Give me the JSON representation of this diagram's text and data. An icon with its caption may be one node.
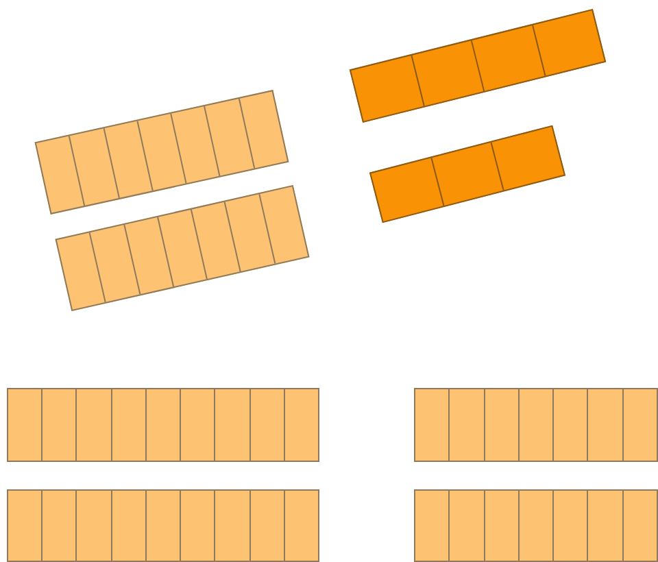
{
  "diagram": {
    "nodes": [
      {
        "text": [],
        "shape": "bar"
      },
      {
        "text": [],
        "shape": "bar"
      },
      {
        "text": [],
        "shape": "bar"
      },
      {
        "text": [],
        "shape": "bar"
      },
      {
        "text": [],
        "shape": "bar"
      },
      {
        "text": [],
        "shape": "bar"
      },
      {
        "text": [],
        "shape": "bar"
      },
      {
        "text": [],
        "shape": "bar"
      }
    ]
  }
}
